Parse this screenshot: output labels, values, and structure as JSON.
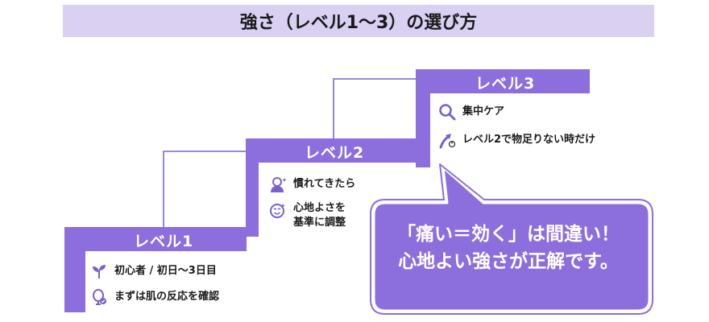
{
  "title": "強さ（レベル1〜3）の選び方",
  "levels": [
    {
      "label": "レベル1",
      "items": [
        {
          "icon": "sprout-icon",
          "text": "初心者 / 初日〜3日目"
        },
        {
          "icon": "mirror-icon",
          "text": "まずは肌の反応を確認"
        }
      ]
    },
    {
      "label": "レベル2",
      "items": [
        {
          "icon": "person-icon",
          "text": "慣れてきたら"
        },
        {
          "icon": "smile-face-icon",
          "text": "心地よさを",
          "text2": "基準に調整"
        }
      ]
    },
    {
      "label": "レベル3",
      "items": [
        {
          "icon": "magnifier-icon",
          "text": "集中ケア"
        },
        {
          "icon": "arrow-up-icon",
          "text": "レベル2で物足りない時だけ"
        }
      ]
    }
  ],
  "callout": {
    "line1": "「痛い＝効く」は間違い！",
    "line2": "心地よい強さが正解です。"
  },
  "colors": {
    "accent": "#8c6fdc",
    "title_bg": "#d9d0f2",
    "icon": "#7b5fcc"
  }
}
